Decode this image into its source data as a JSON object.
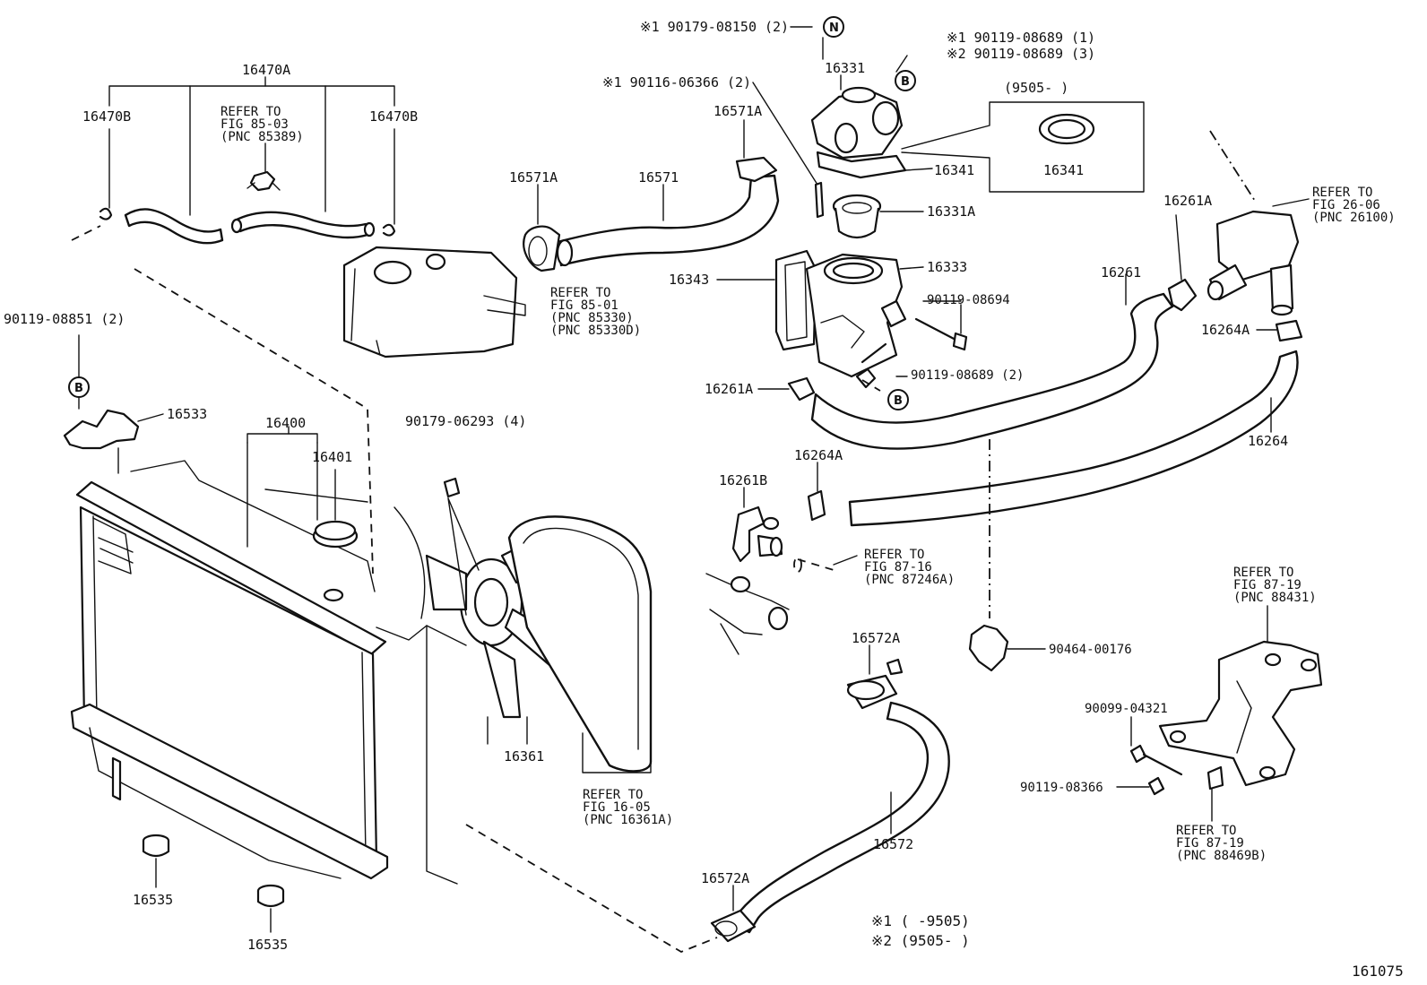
{
  "diagram_id": "161075",
  "legend": {
    "note1": "※1 (      -9505)",
    "note2": "※2 (9505-      )"
  },
  "callout_symbols": {
    "bolt_mark": "B",
    "nut_mark": "N"
  },
  "group_bracket": "(9505-      )",
  "labels": {
    "p16470A": "16470A",
    "p16470B_left": "16470B",
    "p16470B_right": "16470B",
    "ref_85_03": "REFER TO\nFIG 85-03\n(PNC 85389)",
    "ref_85_01": "REFER TO\nFIG 85-01\n(PNC 85330)\n(PNC 85330D)",
    "p90119_08851": "90119-08851 (2)",
    "p16533": "16533",
    "p16400": "16400",
    "p16401": "16401",
    "p90179_06293": "90179-06293 (4)",
    "p16535_a": "16535",
    "p16535_b": "16535",
    "p16361": "16361",
    "ref_16_05": "REFER TO\nFIG 16-05\n(PNC 16361A)",
    "p16571A_top": "16571A",
    "p16571A_left": "16571A",
    "p16571": "16571",
    "p90116_06366": "※1 90116-06366 (2)",
    "p90179_08150": "※1 90179-08150 (2)",
    "p16331": "16331",
    "p90119_08689_1": "※1 90119-08689 (1)",
    "p90119_08689_3": "※2 90119-08689 (3)",
    "p16341_a": "16341",
    "p16341_b": "16341",
    "p16331A": "16331A",
    "p16343": "16343",
    "p16333": "16333",
    "p90119_08694": "90119-08694",
    "p16261A_left": "16261A",
    "p90119_08689_2": "90119-08689 (2)",
    "p16261": "16261",
    "p16261A_right": "16261A",
    "ref_26_06": "REFER TO\nFIG 26-06\n(PNC 26100)",
    "p16264A_right": "16264A",
    "p16264": "16264",
    "p16264A_mid": "16264A",
    "p16261B": "16261B",
    "ref_87_16": "REFER TO\nFIG 87-16\n(PNC 87246A)",
    "p16572A_top": "16572A",
    "p16572": "16572",
    "p16572A_bottom": "16572A",
    "p90464_00176": "90464-00176",
    "ref_87_19_a": "REFER TO\nFIG 87-19\n(PNC 88431)",
    "p90099_04321": "90099-04321",
    "p90119_08366": "90119-08366",
    "ref_87_19_b": "REFER TO\nFIG 87-19\n(PNC 88469B)"
  }
}
